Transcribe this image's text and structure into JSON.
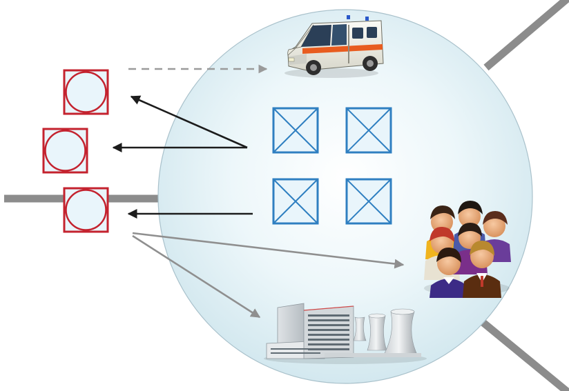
{
  "diagram": {
    "colors": {
      "background": "#ffffff",
      "zone_fill": "#dceef4",
      "zone_edge": "#9fb7c2",
      "road": "#8c8c8c",
      "external_facility": "#c4222e",
      "facility_fill": "#e9f5fb",
      "internal_facility": "#2f7fc1",
      "arrow_dark": "#1c1c1c",
      "arrow_grey": "#8f8f8f",
      "arrow_dashed": "#9a9a9a"
    },
    "zone": {
      "name": "circular-zone"
    },
    "roads": [
      "road-top-right",
      "road-bottom-right",
      "road-left"
    ],
    "external_facilities": [
      {
        "id": "ext-1"
      },
      {
        "id": "ext-2"
      },
      {
        "id": "ext-3"
      }
    ],
    "internal_facilities": [
      {
        "id": "int-1"
      },
      {
        "id": "int-2"
      },
      {
        "id": "int-3"
      },
      {
        "id": "int-4"
      }
    ],
    "icons": [
      "ambulance-icon",
      "people-group-icon",
      "power-plant-icon"
    ],
    "flows": [
      {
        "from": "ext-1",
        "to": "ambulance",
        "style": "dashed"
      },
      {
        "from": "int-1",
        "to": "ext-1",
        "style": "dark"
      },
      {
        "from": "int-1",
        "to": "ext-2",
        "style": "dark"
      },
      {
        "from": "int-3",
        "to": "ext-3",
        "style": "dark"
      },
      {
        "from": "ext-3",
        "to": "people-group",
        "style": "grey"
      },
      {
        "from": "ext-3",
        "to": "power-plant",
        "style": "grey"
      }
    ]
  }
}
